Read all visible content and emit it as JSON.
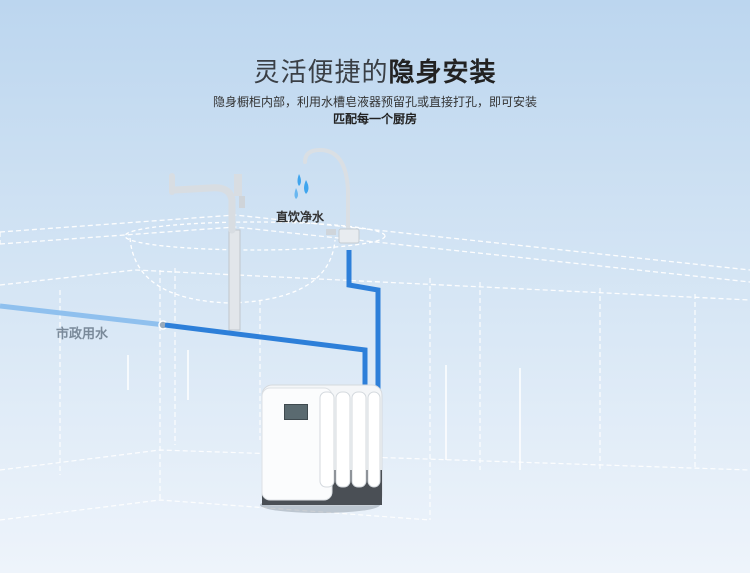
{
  "headline": {
    "normal": "灵活便捷的",
    "bold": "隐身安装"
  },
  "subtitle_line1": "隐身橱柜内部，利用水槽皂液器预留孔或直接打孔，即可安装",
  "subtitle_line2": "匹配每一个厨房",
  "labels": {
    "drinking_water": "直饮净水",
    "tap_water": "市政用水"
  },
  "colors": {
    "pipe_blue": "#2d7fd9",
    "tap_water_line": "#8fc0ee",
    "droplet": "#3fa5ee",
    "background": "#c9def2"
  }
}
